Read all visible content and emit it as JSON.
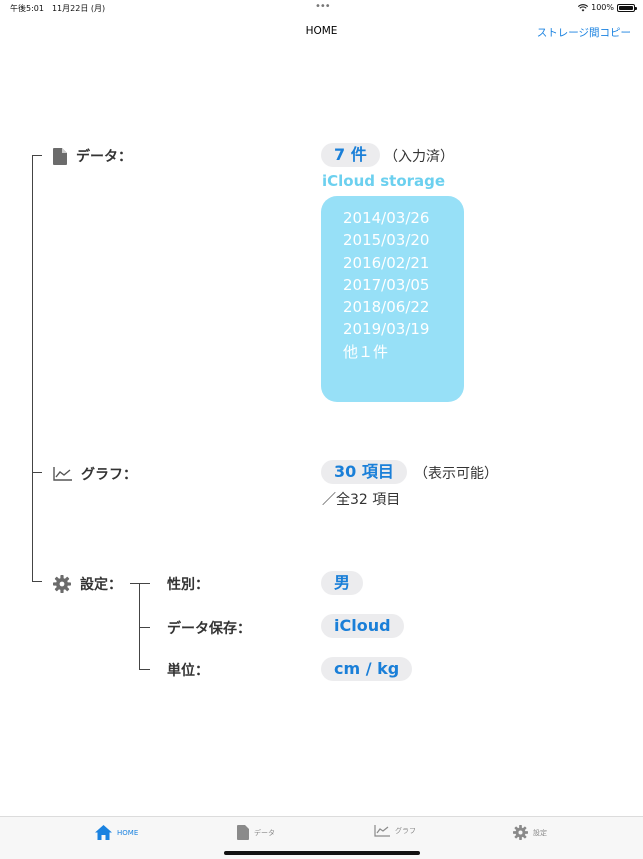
{
  "status": {
    "time": "午後5:01　11月22日 (月)",
    "dots": "•••",
    "battery": "100%"
  },
  "nav": {
    "title": "HOME",
    "action": "ストレージ間コピー"
  },
  "data_section": {
    "label": "データ：",
    "count": "7 件",
    "note": "（入力済）",
    "storage": "iCloud storage",
    "dates": [
      "2014/03/26",
      "2015/03/20",
      "2016/02/21",
      "2017/03/05",
      "2018/06/22",
      "2019/03/19",
      "他１件"
    ]
  },
  "graph_section": {
    "label": "グラフ：",
    "count": "30 項目",
    "note": "（表示可能）",
    "total": "／全32 項目"
  },
  "settings_section": {
    "label": "設定：",
    "gender_label": "性別：",
    "gender_value": "男",
    "storage_label": "データ保存：",
    "storage_value": "iCloud",
    "unit_label": "単位：",
    "unit_value": "cm / kg"
  },
  "tabs": [
    {
      "label": "HOME",
      "icon": "home-icon"
    },
    {
      "label": "データ",
      "icon": "document-icon"
    },
    {
      "label": "グラフ",
      "icon": "chart-icon"
    },
    {
      "label": "設定",
      "icon": "gear-icon"
    }
  ],
  "colors": {
    "accent": "#1a82e0",
    "pill_bg": "#ececee",
    "date_box": "#97e0f7",
    "icloud_title": "#6cd0ef"
  }
}
